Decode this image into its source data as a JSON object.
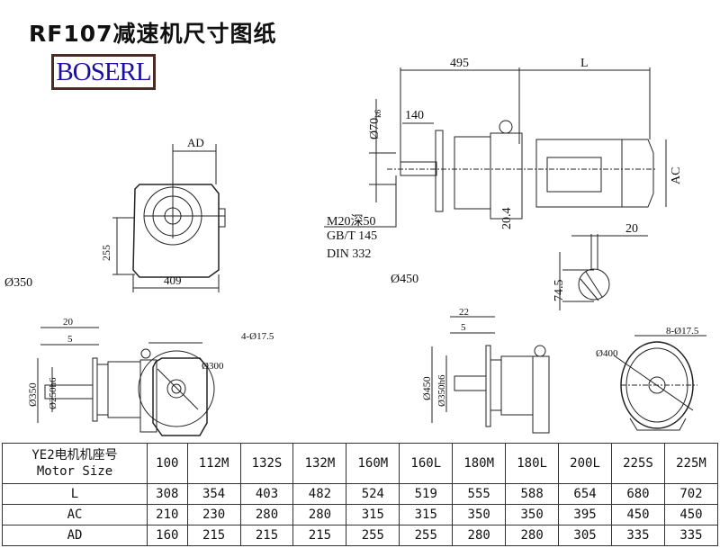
{
  "title": "RF107减速机尺寸图纸",
  "logo": "BOSERL",
  "dims": {
    "ad": "AD",
    "d255": "255",
    "d409": "409",
    "d350a": "Ø350",
    "d495": "495",
    "L": "L",
    "d70": "Ø70",
    "k6": "k6",
    "d140": "140",
    "ac": "AC",
    "d20_4": "20.4",
    "m20": "M20深50",
    "gbt": "GB/T 145",
    "din": "DIN 332",
    "d450a": "Ø450",
    "d20key": "20",
    "d74_5": "74.5",
    "f1_20": "20",
    "f1_5": "5",
    "f1_350": "Ø350",
    "f1_250": "Ø250h6",
    "f2_holes": "4-Ø17.5",
    "f2_300": "Ø300",
    "f3_22": "22",
    "f3_5": "5",
    "f3_450": "Ø450",
    "f3_350": "Ø350h6",
    "f4_holes": "8-Ø17.5",
    "f4_400": "Ø400"
  },
  "table": {
    "header_cn": "YE2电机机座号",
    "header_en": "Motor Size",
    "sizes": [
      "100",
      "112M",
      "132S",
      "132M",
      "160M",
      "160L",
      "180M",
      "180L",
      "200L",
      "225S",
      "225M"
    ],
    "rows": [
      {
        "label": "L",
        "values": [
          "308",
          "354",
          "403",
          "482",
          "524",
          "519",
          "555",
          "588",
          "654",
          "680",
          "702"
        ]
      },
      {
        "label": "AC",
        "values": [
          "210",
          "230",
          "280",
          "280",
          "315",
          "315",
          "350",
          "350",
          "395",
          "450",
          "450"
        ]
      },
      {
        "label": "AD",
        "values": [
          "160",
          "215",
          "215",
          "215",
          "255",
          "255",
          "280",
          "280",
          "305",
          "335",
          "335"
        ]
      }
    ]
  }
}
